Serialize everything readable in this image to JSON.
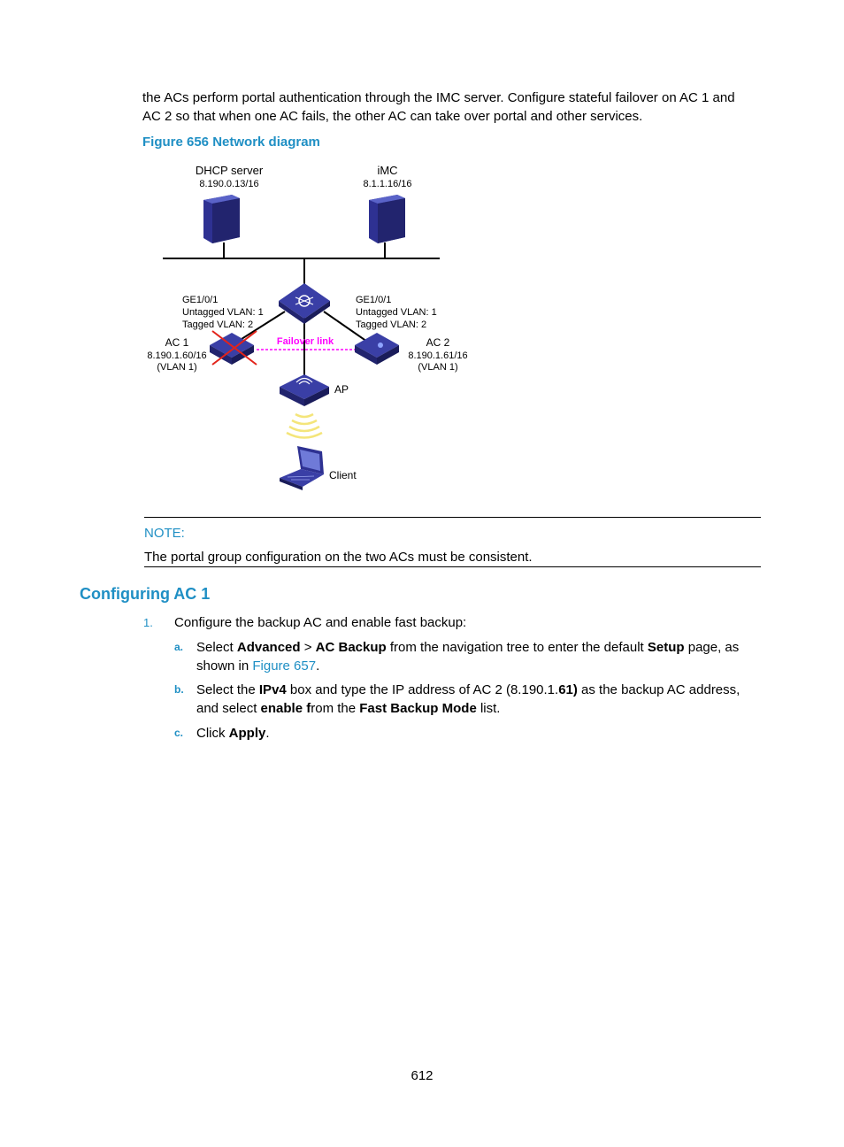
{
  "intro": {
    "line1": "the ACs perform portal authentication through the IMC server. Configure stateful failover on AC 1 and",
    "line2": "AC 2 so that when one AC fails, the other AC can take over portal and other services."
  },
  "figure": {
    "caption": "Figure 656 Network diagram",
    "dhcp_name": "DHCP server",
    "dhcp_ip": "8.190.0.13/16",
    "imc_name": "iMC",
    "imc_ip": "8.1.1.16/16",
    "ac1_port": "GE1/0/1",
    "ac1_untagged": "Untagged VLAN: 1",
    "ac1_tagged": "Tagged VLAN: 2",
    "ac2_port": "GE1/0/1",
    "ac2_untagged": "Untagged VLAN: 1",
    "ac2_tagged": "Tagged VLAN: 2",
    "ac1_name": "AC 1",
    "ac1_ip": "8.190.1.60/16",
    "ac1_vlan": "(VLAN 1)",
    "ac2_name": "AC 2",
    "ac2_ip": "8.190.1.61/16",
    "ac2_vlan": "(VLAN 1)",
    "failover": "Failover link",
    "ap_label": "AP",
    "client_label": "Client",
    "colors": {
      "device": "#2e3192",
      "failover": "#ff00ff",
      "cross": "#e2231a"
    }
  },
  "note": {
    "title": "NOTE:",
    "text": "The portal group configuration on the two ACs must be consistent."
  },
  "section": {
    "heading": "Configuring AC 1"
  },
  "steps": {
    "s1_num": "1.",
    "s1_text": "Configure the backup AC and enable fast backup:",
    "a_lbl": "a.",
    "a_1": "Select ",
    "a_2": "Advanced",
    "a_3": " > ",
    "a_4": "AC Backup",
    "a_5": " from the navigation tree to enter the default ",
    "a_6": "Setup",
    "a_7": " page, as",
    "a_8": "shown in ",
    "a_link": "Figure 657",
    "a_9": ".",
    "b_lbl": "b.",
    "b_1": "Select the ",
    "b_2": "IPv4",
    "b_3": " box and type the IP address of AC 2 (8.190.1.",
    "b_4": "61)",
    "b_5": " as the backup AC address,",
    "b_6": "and select ",
    "b_7": "enable f",
    "b_8": "rom the ",
    "b_9": "Fast Backup Mode",
    "b_10": " list.",
    "c_lbl": "c.",
    "c_1": "Click ",
    "c_2": "Apply",
    "c_3": "."
  },
  "page_number": "612"
}
